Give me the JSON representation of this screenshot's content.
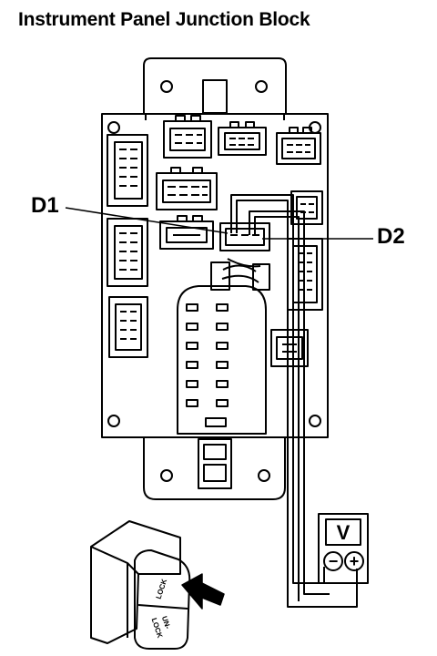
{
  "title": "Instrument Panel Junction Block",
  "callouts": {
    "d1": "D1",
    "d2": "D2"
  },
  "meter": {
    "label": "V",
    "minus": "−",
    "plus": "+"
  },
  "door_lock_switch": {
    "lock": "LOCK",
    "unlock_1": "UN-",
    "unlock_2": "LOCK"
  }
}
